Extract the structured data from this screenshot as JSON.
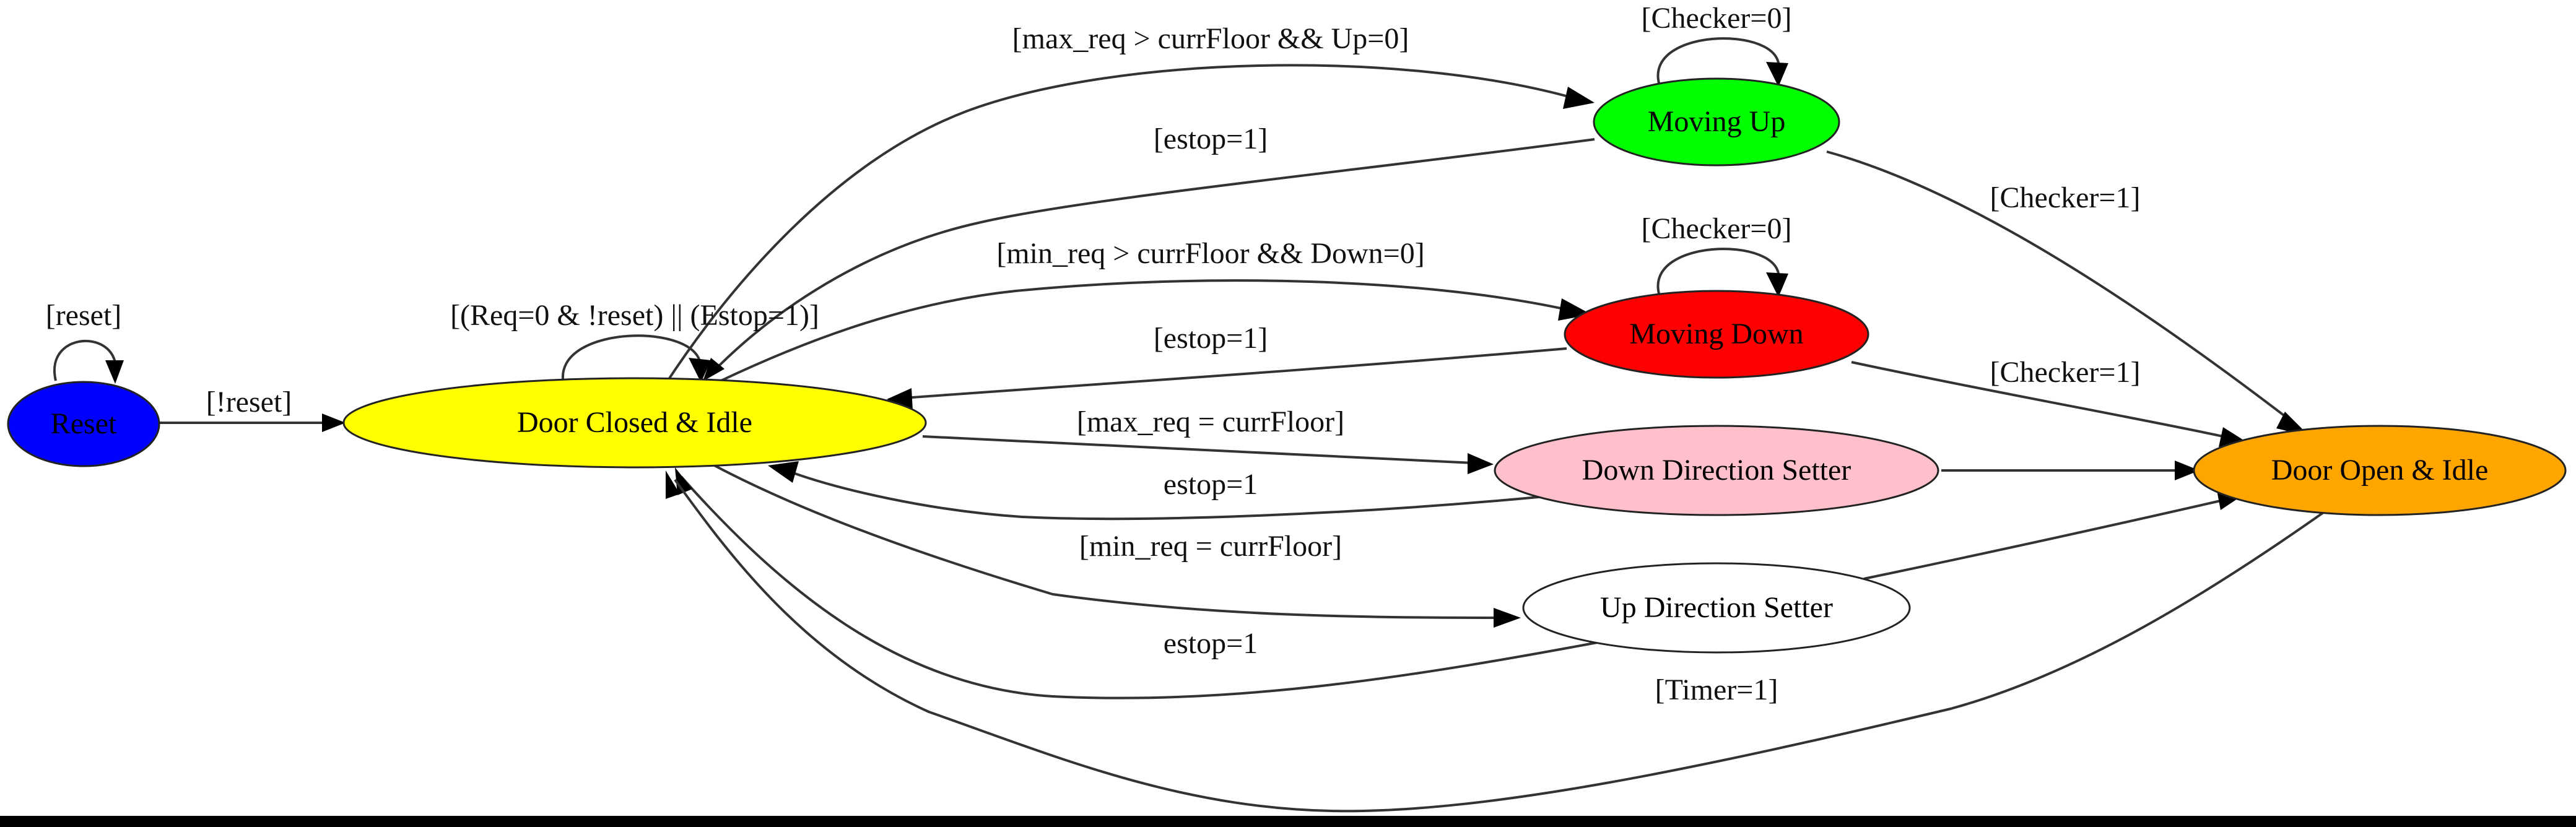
{
  "nodes": {
    "reset": {
      "label": "Reset",
      "fill": "#0000ff"
    },
    "door_closed_idle": {
      "label": "Door Closed & Idle",
      "fill": "#ffff00"
    },
    "moving_up": {
      "label": "Moving Up",
      "fill": "#00ff00"
    },
    "moving_down": {
      "label": "Moving Down",
      "fill": "#ff0000"
    },
    "down_direction_setter": {
      "label": "Down Direction Setter",
      "fill": "#ffc0cb"
    },
    "up_direction_setter": {
      "label": "Up Direction Setter",
      "fill": "#ffffff"
    },
    "door_open_idle": {
      "label": "Door Open & Idle",
      "fill": "#ffa500"
    }
  },
  "edges": {
    "reset_self": "[reset]",
    "reset_to_closed": "[!reset]",
    "closed_self": "[(Req=0 & !reset) || (Estop=1)]",
    "closed_to_moving_up": "[max_req > currFloor && Up=0]",
    "moving_up_to_closed": "[estop=1]",
    "closed_to_moving_down": "[min_req > currFloor && Down=0]",
    "moving_down_to_closed": "[estop=1]",
    "closed_to_down_setter": "[max_req = currFloor]",
    "down_setter_to_closed": "estop=1",
    "closed_to_up_setter": "[min_req = currFloor]",
    "up_setter_to_closed": "estop=1",
    "moving_up_self": "[Checker=0]",
    "moving_down_self": "[Checker=0]",
    "moving_up_to_open": "[Checker=1]",
    "moving_down_to_open": "[Checker=1]",
    "open_to_closed": "[Timer=1]"
  }
}
